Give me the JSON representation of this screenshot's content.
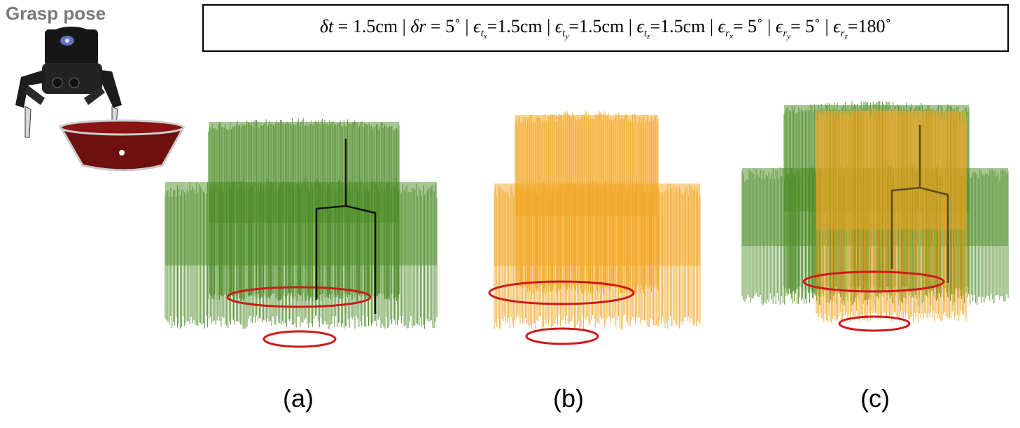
{
  "title": "Grasp pose",
  "params": {
    "dt": "1.5cm",
    "dr": "5˚",
    "etx": "1.5cm",
    "ety": "1.5cm",
    "etz": "1.5cm",
    "erx": "5˚",
    "ery": "5˚",
    "erz": "180˚"
  },
  "panels": [
    "(a)",
    "(b)",
    "(c)"
  ],
  "colors": {
    "green": "#4a8a22",
    "orange": "#f2a623",
    "red": "#d01818",
    "black": "#111111",
    "gray": "#7a7a7a"
  }
}
